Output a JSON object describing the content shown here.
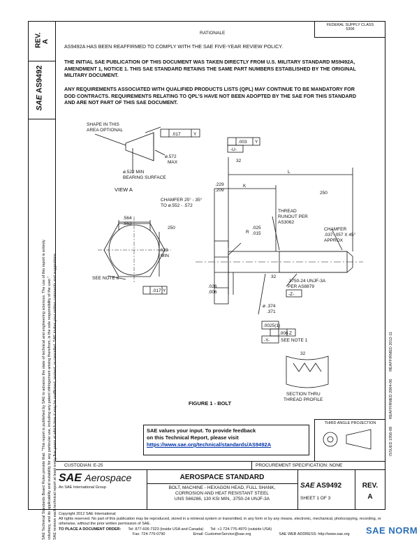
{
  "sidebar": {
    "rev_label": "REV.",
    "rev_value": "A",
    "doc_number": "AS9492",
    "sae_logo": "SAE",
    "legal_text_1": "SAE Technical Standards Board Rules provide that: \"This report is published by SAE to advance the state of technical and engineering sciences. The use of this report is entirely",
    "legal_text_2": "voluntary, and its applicability and suitability for any particular use, including any patent infringement arising therefrom, is the sole responsibility of the user.\"",
    "legal_text_3": "SAE reviews each technical report at least every five years at which time it may be reaffirmed, revised, or cancelled. SAE invites your written comments and suggestions."
  },
  "header": {
    "rationale": "RATIONALE",
    "fsc": "FEDERAL SUPPLY CLASS",
    "fsc_value": "5306"
  },
  "body": {
    "p1": "AS9492A HAS BEEN REAFFIRMED TO COMPLY WITH THE SAE FIVE-YEAR REVIEW POLICY.",
    "p2": "THE INITIAL SAE PUBLICATION OF THIS DOCUMENT WAS TAKEN DIRECTLY FROM U.S. MILITARY STANDARD MS9492A, AMENDMENT 1, NOTICE 1. THIS SAE STANDARD RETAINS THE SAME PART NUMBERS ESTABLISHED BY THE ORIGINAL MILITARY DOCUMENT.",
    "p3": "ANY REQUIREMENTS ASSOCIATED WITH QUALIFIED PRODUCTS LISTS (QPL) MAY CONTINUE TO BE MANDATORY FOR DOD CONTRACTS. REQUIREMENTS RELATING TO QPL'S HAVE NOT BEEN ADOPTED BY THE SAE FOR THIS STANDARD AND ARE NOT PART OF THIS SAE DOCUMENT."
  },
  "drawing": {
    "shape_note_1": "SHAPE IN THIS",
    "shape_note_2": "AREA OPTIONAL",
    "tol_017": ".017",
    "datum_y": "Y",
    "dia_572": "ø.572",
    "max": "MAX",
    "dia_522": "ø.522 MIN",
    "bearing": "BEARING SURFACE",
    "view_a": "VIEW A",
    "tol_003": ".003",
    "datum_u": "-U-",
    "finish_32": "32",
    "finish_250": "250",
    "dim_l": "L",
    "dim_229": ".229",
    "dim_209": ".209",
    "dim_k": "K",
    "chamfer_1": "CHAMFER 25° - 35°",
    "chamfer_2": "TO ø.552 - .572",
    "dim_564": ".564",
    "dim_553": ".553",
    "dim_623": ".623",
    "min": "MIN",
    "see_note_6": "SEE NOTE 6",
    "thread_1": "THREAD",
    "thread_2": "RUNOUT PER",
    "thread_3": "AS3062",
    "dim_r": "R",
    "dim_025": ".025",
    "dim_015": ".015",
    "chamfer_b1": "CHAMFER",
    "chamfer_b2": ".037-.057 X 45°",
    "chamfer_b3": "APPROX",
    "dim_026": ".026",
    "dim_006": ".006",
    "thread_spec": ".3750-24 UNJF-3A",
    "per_as": "PER AS8879",
    "datum_z": "-Z-",
    "dia_374": "ø .374",
    "dia_371": ".371",
    "tol_0025": ".0025(1)",
    "tol_006": ".006",
    "datum_zz": "Z",
    "datum_vy": "-Y-",
    "see_note_1": "SEE NOTE 1",
    "section_1": "SECTION THRU",
    "section_2": "THREAD PROFILE",
    "figure_caption": "FIGURE 1 - BOLT"
  },
  "feedback": {
    "line1": "SAE values your input. To provide feedback",
    "line2": "on this Technical Report, please visit",
    "link": "https://www.sae.org/technical/standards/AS9492A"
  },
  "projection": {
    "label": "THIRD ANGLE PROJECTION"
  },
  "right_margin": {
    "text1": "ISSUED 1956-08",
    "text2": "REAFFIRMED 2004-06",
    "text3": "REAFFIRMED 2012-11"
  },
  "title_block": {
    "custodian": "CUSTODIAN: E-25",
    "procurement": "PROCUREMENT SPECIFICATION: NONE",
    "logo_sae": "SAE",
    "logo_aero": "Aerospace",
    "logo_sub": "An SAE International Group",
    "std_title": "AEROSPACE STANDARD",
    "desc1": "BOLT, MACHINE - HEXAGON HEAD, FULL SHANK,",
    "desc2": "CORROSION AND HEAT RESISTANT STEEL",
    "desc3": "UNS S66286, 130 KSI MIN, .3750-24 UNJF-3A",
    "doc_sae": "SAE",
    "doc_num": "AS9492",
    "sheet": "SHEET 1 OF 3",
    "rev_label": "REV.",
    "rev_value": "A"
  },
  "footer": {
    "copyright": "Copyright 2012 SAE International",
    "rights": "All rights reserved. No part of this publication may be reproduced, stored in a retrieval system or transmitted, in any form or by any means, electronic, mechanical, photocopying, recording, or otherwise, without the prior written permission of SAE.",
    "order_label": "TO PLACE A DOCUMENT ORDER:",
    "tel1": "Tel: 877-606-7323 (inside USA and Canada)",
    "tel2": "Tel: +1 724-776-4970 (outside USA)",
    "fax": "Fax: 724-776-0790",
    "email": "Email: CustomerService@sae.org",
    "web": "SAE WEB ADDRESS: http://www.sae.org"
  },
  "watermark": {
    "text": "SAE NORM"
  }
}
